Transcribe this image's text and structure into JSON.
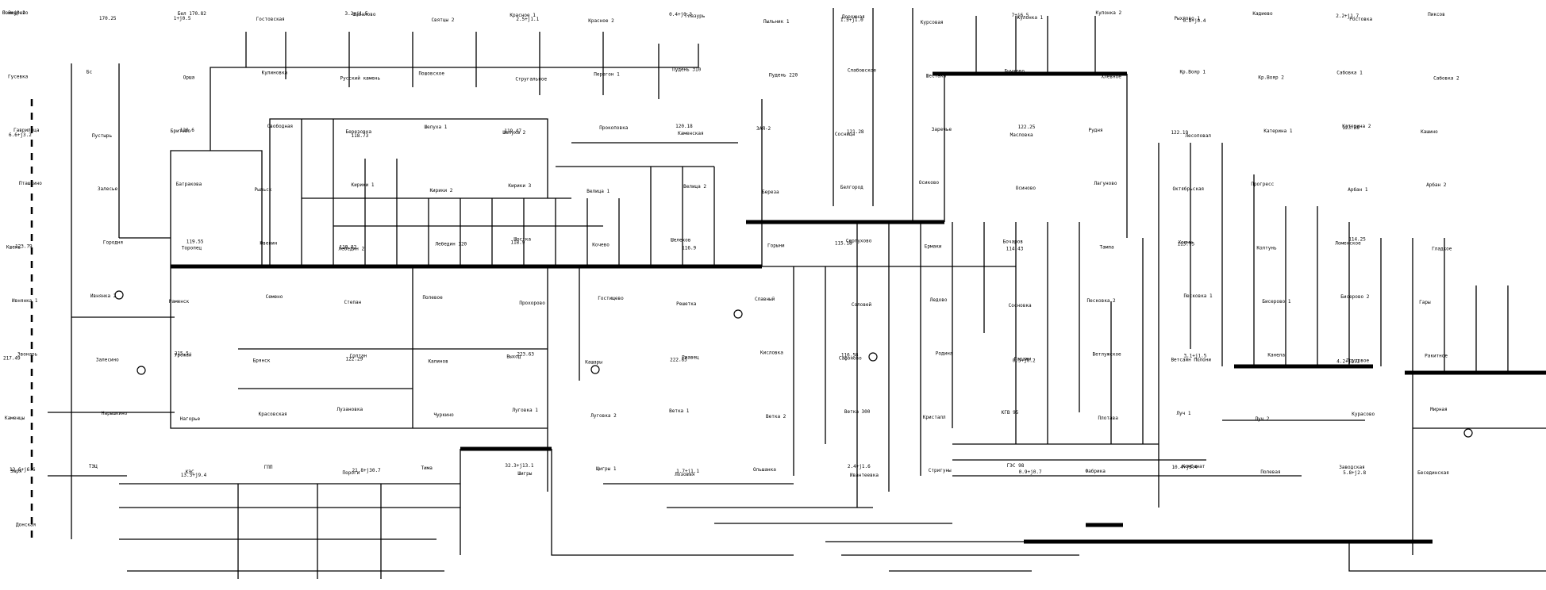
{
  "diagram": {
    "labels": [
      "Помыдрево",
      "170.25",
      "Бел 170.82",
      "Гостовская",
      "Шабалово",
      "Святцы 2",
      "Красное 1",
      "Красное 2",
      "Глазурь",
      "Пыльник 1",
      "Дорожная",
      "Курсовая",
      "Кулонка 1",
      "Кулонка 2",
      "Рыхлово 1",
      "Кадиево",
      "Ростовка",
      "Пиксов",
      "Гусевка",
      "Бс",
      "Орша",
      "Кулиновка",
      "Русский камень",
      "Пошовское",
      "Стругальное",
      "Перегон 1",
      "Пудень 310",
      "Пудень 220",
      "Слабовское",
      "Шестаки",
      "Бычково",
      "Хлевное",
      "Кр.Вояр 1",
      "Кр.Вояр 2",
      "Сабовка 1",
      "Сабовка 2",
      "Гаврилица",
      "Пустырь",
      "Бритово",
      "Свободная",
      "Березовка",
      "Шелуха 1",
      "Шелуха 2",
      "Прокоповка",
      "Каменская",
      "ЗАЯ-2",
      "Сосница",
      "Заречье",
      "Масловка",
      "Рудня",
      "Лесоповал",
      "Катерина 1",
      "Катерина 2",
      "Кашино",
      "Пташкино",
      "Залесье",
      "Батракова",
      "Рыльск",
      "Кирики 1",
      "Кирики 2",
      "Кирики 3",
      "Велица 1",
      "Велица 2",
      "Береза",
      "Белгород",
      "Осиково",
      "Осиново",
      "Лагуново",
      "Октябрьская",
      "Прогресс",
      "Арбан 1",
      "Арбан 2",
      "Кшень",
      "Городня",
      "Торопец",
      "Ювенин",
      "Лебедин 2",
      "Лебедин 120",
      "Шостка",
      "Кочево",
      "Шелехов",
      "Горыни",
      "Серпухово",
      "Ермаки",
      "Бочаров",
      "Тампа",
      "Холмы",
      "Колтунь",
      "Ломенское",
      "Гладкое",
      "Ивнянка 1",
      "Ивнянка 2",
      "Раменск",
      "Семено",
      "Степан",
      "Полевое",
      "Прохорово",
      "Гостищево",
      "Решетка",
      "Славный",
      "Соловей",
      "Ледово",
      "Сосновка",
      "Песковка 2",
      "Песковка 1",
      "Бисерово 1",
      "Бисерово 2",
      "Гары",
      "Звонарь",
      "Залесино",
      "Урожай",
      "Брянск",
      "Солтан",
      "Калинов",
      "Выход",
      "Кашары",
      "Ржавец",
      "Кисловка",
      "Сафоново",
      "Родина",
      "Гаражи",
      "Ветлужское",
      "Ветсайн Полони",
      "Канела",
      "Трудовое",
      "Ракитное",
      "Каменцы",
      "Нарышкино",
      "Нагорье",
      "Красовская",
      "Лузановка",
      "Чуркино",
      "Луговка 1",
      "Луговка 2",
      "Ветка 1",
      "Ветка 2",
      "Ветка 300",
      "Кристалл",
      "КГВ 95",
      "Плотава",
      "Луч 1",
      "Луч 2",
      "Курасово",
      "Мирная",
      "Заря",
      "ТЭЦ",
      "КЭС",
      "ГПП",
      "Пороги",
      "Тима",
      "Шигры",
      "Щигры 1",
      "Лозовая",
      "Ольшанка",
      "Ивантеевка",
      "Стригуны",
      "ГЭС 98",
      "Фабрика",
      "Комбинат",
      "Полевая",
      "Заводская",
      "Бесединская",
      "Донская"
    ],
    "values": [
      "0.3+j0.2",
      "1+j0.5",
      "3.2+j1.5",
      "2.5+j1.1",
      "0.4+j0.3",
      "1.5+j1.0",
      "7+j6.5",
      "0.8+j0.4",
      "2.2+j1.7",
      "6.6+j3.2",
      "120.6",
      "118.73",
      "119.47",
      "120.18",
      "121.28",
      "122.25",
      "122.19",
      "123.38",
      "123.79",
      "119.55",
      "119.82",
      "118.9",
      "116.9",
      "115.18",
      "114.43",
      "113.75",
      "114.25",
      "217.49",
      "215.5",
      "122.29",
      "223.63",
      "222.85",
      "116.58",
      "0.5+j0.2",
      "3.1+j1.5",
      "4.2+j2.1",
      "12.6+j6.6",
      "13.3+j9.4",
      "21.8+j30.7",
      "32.3+j13.1",
      "1.7+j1.1",
      "2.4+j1.6",
      "0.9+j0.7",
      "10.4+j5.4",
      "5.8+j2.8"
    ]
  }
}
